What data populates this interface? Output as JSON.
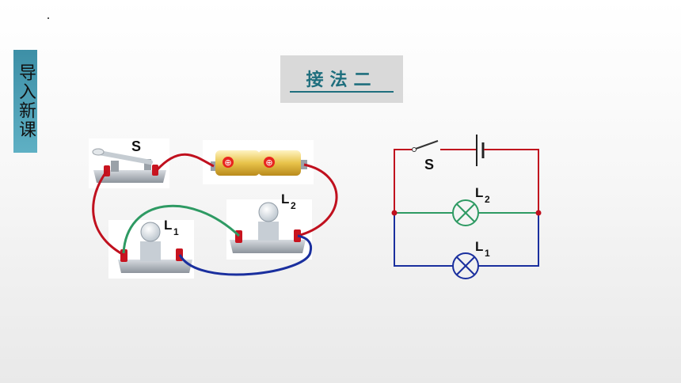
{
  "side_tab": {
    "label": "导入新课"
  },
  "title": "接法二",
  "real_circuit": {
    "switch_label": "S",
    "lamp1_label": "L",
    "lamp1_sub": "1",
    "lamp2_label": "L",
    "lamp2_sub": "2",
    "battery_symbol": "⊕"
  },
  "schematic": {
    "switch_label": "S",
    "lamp1_label": "L",
    "lamp1_sub": "1",
    "lamp2_label": "L",
    "lamp2_sub": "2"
  },
  "colors": {
    "red_wire": "#c0101e",
    "green_wire": "#2e9a63",
    "blue_wire": "#1a2f9e",
    "accent": "#1f6f7e"
  }
}
